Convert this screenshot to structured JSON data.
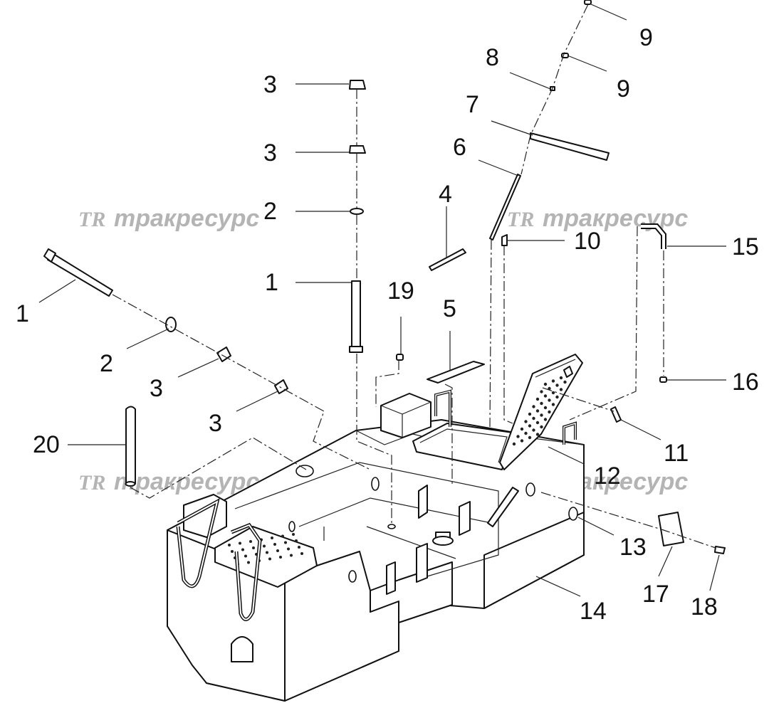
{
  "watermark": {
    "logo": "TR",
    "text": "тракресурс"
  },
  "callouts": [
    {
      "id": "c1a",
      "label": "1"
    },
    {
      "id": "c1b",
      "label": "1"
    },
    {
      "id": "c2a",
      "label": "2"
    },
    {
      "id": "c2b",
      "label": "2"
    },
    {
      "id": "c3a",
      "label": "3"
    },
    {
      "id": "c3b",
      "label": "3"
    },
    {
      "id": "c3c",
      "label": "3"
    },
    {
      "id": "c3d",
      "label": "3"
    },
    {
      "id": "c4",
      "label": "4"
    },
    {
      "id": "c5",
      "label": "5"
    },
    {
      "id": "c6",
      "label": "6"
    },
    {
      "id": "c7",
      "label": "7"
    },
    {
      "id": "c8",
      "label": "8"
    },
    {
      "id": "c9a",
      "label": "9"
    },
    {
      "id": "c9b",
      "label": "9"
    },
    {
      "id": "c10",
      "label": "10"
    },
    {
      "id": "c11",
      "label": "11"
    },
    {
      "id": "c12",
      "label": "12"
    },
    {
      "id": "c13",
      "label": "13"
    },
    {
      "id": "c14",
      "label": "14"
    },
    {
      "id": "c15",
      "label": "15"
    },
    {
      "id": "c16",
      "label": "16"
    },
    {
      "id": "c17",
      "label": "17"
    },
    {
      "id": "c18",
      "label": "18"
    },
    {
      "id": "c19",
      "label": "19"
    },
    {
      "id": "c20",
      "label": "20"
    }
  ]
}
